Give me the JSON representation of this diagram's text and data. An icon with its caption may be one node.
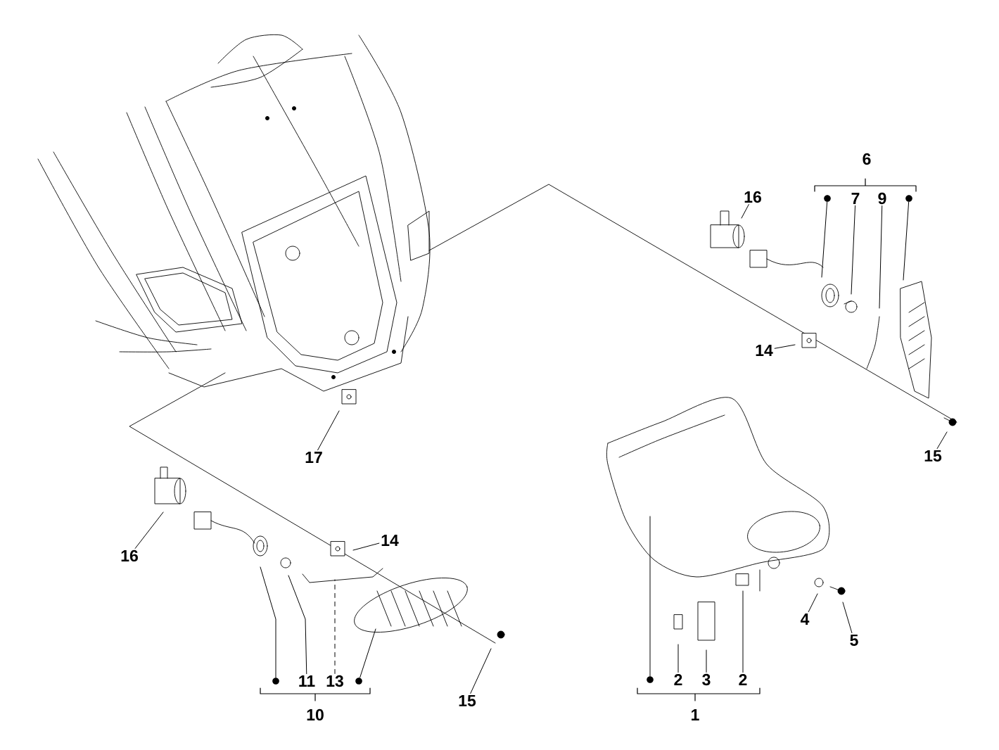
{
  "diagram": {
    "nodes": [
      {
        "text": [
          "16"
        ]
      },
      {
        "text": [],
        "shape": "circle"
      },
      {
        "text": [
          "7"
        ]
      },
      {
        "text": [
          "9"
        ]
      },
      {
        "text": [],
        "shape": "circle"
      },
      {
        "text": [
          "14"
        ]
      },
      {
        "text": [
          "17"
        ]
      },
      {
        "text": [
          "15"
        ]
      },
      {
        "text": [
          "16"
        ]
      },
      {
        "text": [
          "14"
        ]
      },
      {
        "text": [],
        "shape": "circle"
      },
      {
        "text": [
          "11"
        ]
      },
      {
        "text": [
          "13"
        ]
      },
      {
        "text": [],
        "shape": "circle"
      },
      {
        "text": [
          "15"
        ]
      },
      {
        "text": [
          "4"
        ]
      },
      {
        "text": [
          "5"
        ]
      },
      {
        "text": [],
        "shape": "circle"
      },
      {
        "text": [
          "2"
        ]
      },
      {
        "text": [
          "3"
        ]
      },
      {
        "text": [
          "2"
        ]
      }
    ],
    "edges": [
      {
        "from": 0,
        "to": null,
        "arrow": "none"
      },
      {
        "from": 1,
        "to": null,
        "arrow": "none"
      },
      {
        "from": 2,
        "to": null,
        "arrow": "none"
      },
      {
        "from": 3,
        "to": null,
        "arrow": "none"
      },
      {
        "from": 4,
        "to": null,
        "arrow": "none"
      },
      {
        "from": 5,
        "to": null,
        "arrow": "none"
      },
      {
        "from": 6,
        "to": null,
        "arrow": "none"
      },
      {
        "from": 7,
        "to": null,
        "arrow": "none"
      },
      {
        "from": 8,
        "to": null,
        "arrow": "none"
      },
      {
        "from": 9,
        "to": null,
        "arrow": "none"
      },
      {
        "from": 10,
        "to": null,
        "arrow": "none"
      },
      {
        "from": 11,
        "to": null,
        "arrow": "none"
      },
      {
        "from": 12,
        "to": null,
        "arrow": "none",
        "style": "dashed"
      },
      {
        "from": 13,
        "to": null,
        "arrow": "none"
      },
      {
        "from": 14,
        "to": null,
        "arrow": "none"
      },
      {
        "from": 15,
        "to": null,
        "arrow": "none"
      },
      {
        "from": 16,
        "to": null,
        "arrow": "none"
      },
      {
        "from": 17,
        "to": null,
        "arrow": "none"
      },
      {
        "from": 18,
        "to": null,
        "arrow": "none"
      },
      {
        "from": 19,
        "to": null,
        "arrow": "none"
      },
      {
        "from": 20,
        "to": null,
        "arrow": "none"
      }
    ],
    "labels": [
      "6",
      "10",
      "1"
    ]
  }
}
